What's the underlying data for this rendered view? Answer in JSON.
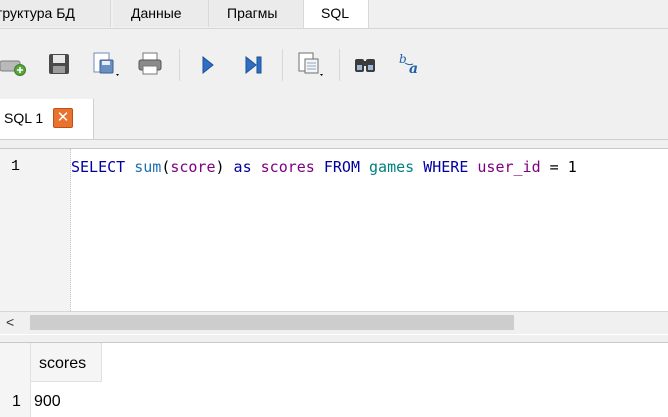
{
  "top_tabs": [
    {
      "label": "труктура БД",
      "active": false
    },
    {
      "label": "Данные",
      "active": false
    },
    {
      "label": "Прагмы",
      "active": false
    },
    {
      "label": "SQL",
      "active": true
    }
  ],
  "toolbar": {
    "icons": [
      "new-tab-icon",
      "save-icon",
      "save-as-icon",
      "print-icon",
      "execute-icon",
      "execute-line-icon",
      "export-icon",
      "find-icon",
      "replace-icon"
    ]
  },
  "editor_tab": {
    "label": "SQL 1",
    "close_glyph": "✕"
  },
  "editor": {
    "line_number": "1",
    "code": {
      "t1": "SELECT",
      "t2": " ",
      "t3": "sum",
      "t4": "(",
      "t5": "score",
      "t6": ")",
      "t7": " as ",
      "t8": "scores",
      "t9": " FROM ",
      "t10": "games",
      "t11": " WHERE ",
      "t12": "user_id",
      "t13": " = ",
      "t14": "1"
    }
  },
  "scrollbar": {
    "left_arrow": "<"
  },
  "results": {
    "columns": [
      "scores"
    ],
    "rows": [
      {
        "row_number": "1",
        "scores": "900"
      }
    ]
  },
  "colors": {
    "keyword": "#0000a0",
    "function": "#1e6fb0",
    "identifier": "#800080",
    "table": "#008080",
    "close_button": "#e8722e"
  }
}
